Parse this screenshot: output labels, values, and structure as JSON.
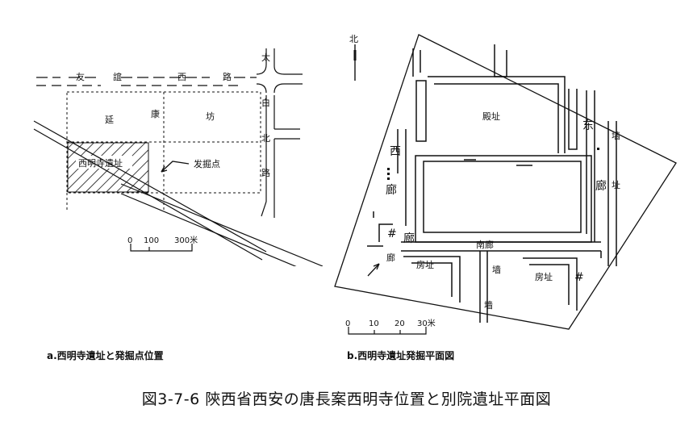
{
  "panel_a": {
    "caption": "a.西明寺遺址と発掘点位置",
    "road_top": [
      "友",
      "誼",
      "西",
      "路"
    ],
    "road_right": [
      "太",
      "白",
      "北",
      "路"
    ],
    "block_left": [
      "延",
      "康"
    ],
    "block_right": "坊",
    "site_label": "西明寺遺址",
    "dig_label": "发掘点",
    "scale_ticks": [
      "0",
      "100",
      "300米"
    ]
  },
  "panel_b": {
    "caption": "b.西明寺遺址発掘平面図",
    "north": "北",
    "hall_label": "殿址",
    "west_corridor": [
      "西",
      "廊"
    ],
    "east_corridor": [
      "东",
      "廊"
    ],
    "south_corridor": "南廊",
    "corridor_small": "廊",
    "room_left": "房址",
    "room_right": "房址",
    "wall_center": [
      "墙",
      "墙"
    ],
    "wall_right": [
      "墙",
      "址"
    ],
    "well_left": "#",
    "well_right": "#",
    "scale_ticks": [
      "0",
      "10",
      "20",
      "30米"
    ]
  },
  "figure_caption": "図3-7-6 陝西省西安の唐長案西明寺位置と別院遺址平面図"
}
